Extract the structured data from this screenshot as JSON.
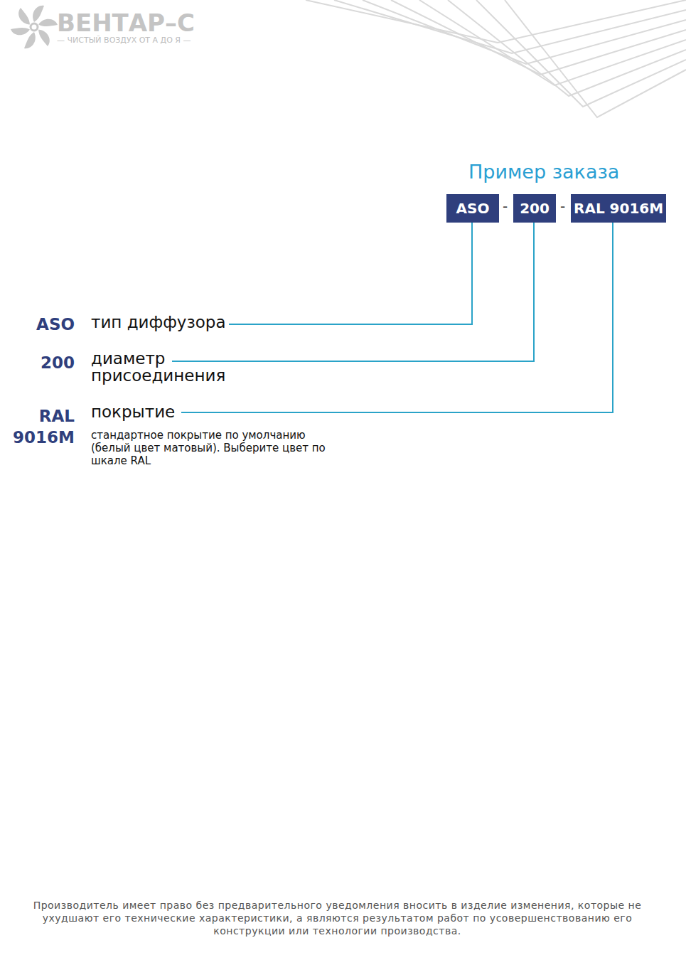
{
  "diagram": {
    "title": "Пример заказа",
    "nodes": [
      {
        "text": [
          "ASO"
        ]
      },
      {
        "text": [
          "200"
        ]
      },
      {
        "text": [
          "RAL 9016M"
        ]
      }
    ],
    "edges": [],
    "labels": [
      "ВЕНТАР–С",
      "— ЧИСТЫЙ ВОЗДУХ ОТ А ДО Я —",
      "-",
      "-",
      "ASO",
      "тип диффузора",
      "200",
      "диаметр присоединения",
      "RAL 9016M",
      "покрытие",
      "стандартное покрытие по умолчанию (белый цвет матовый). Выберите цвет по шкале RAL",
      "Производитель имеет право без предварительного уведомления вносить в изделие изменения, которые не ухудшают его технические характеристики, а являются результатом работ по усовершенствованию его конструкции или технологии производства."
    ]
  }
}
